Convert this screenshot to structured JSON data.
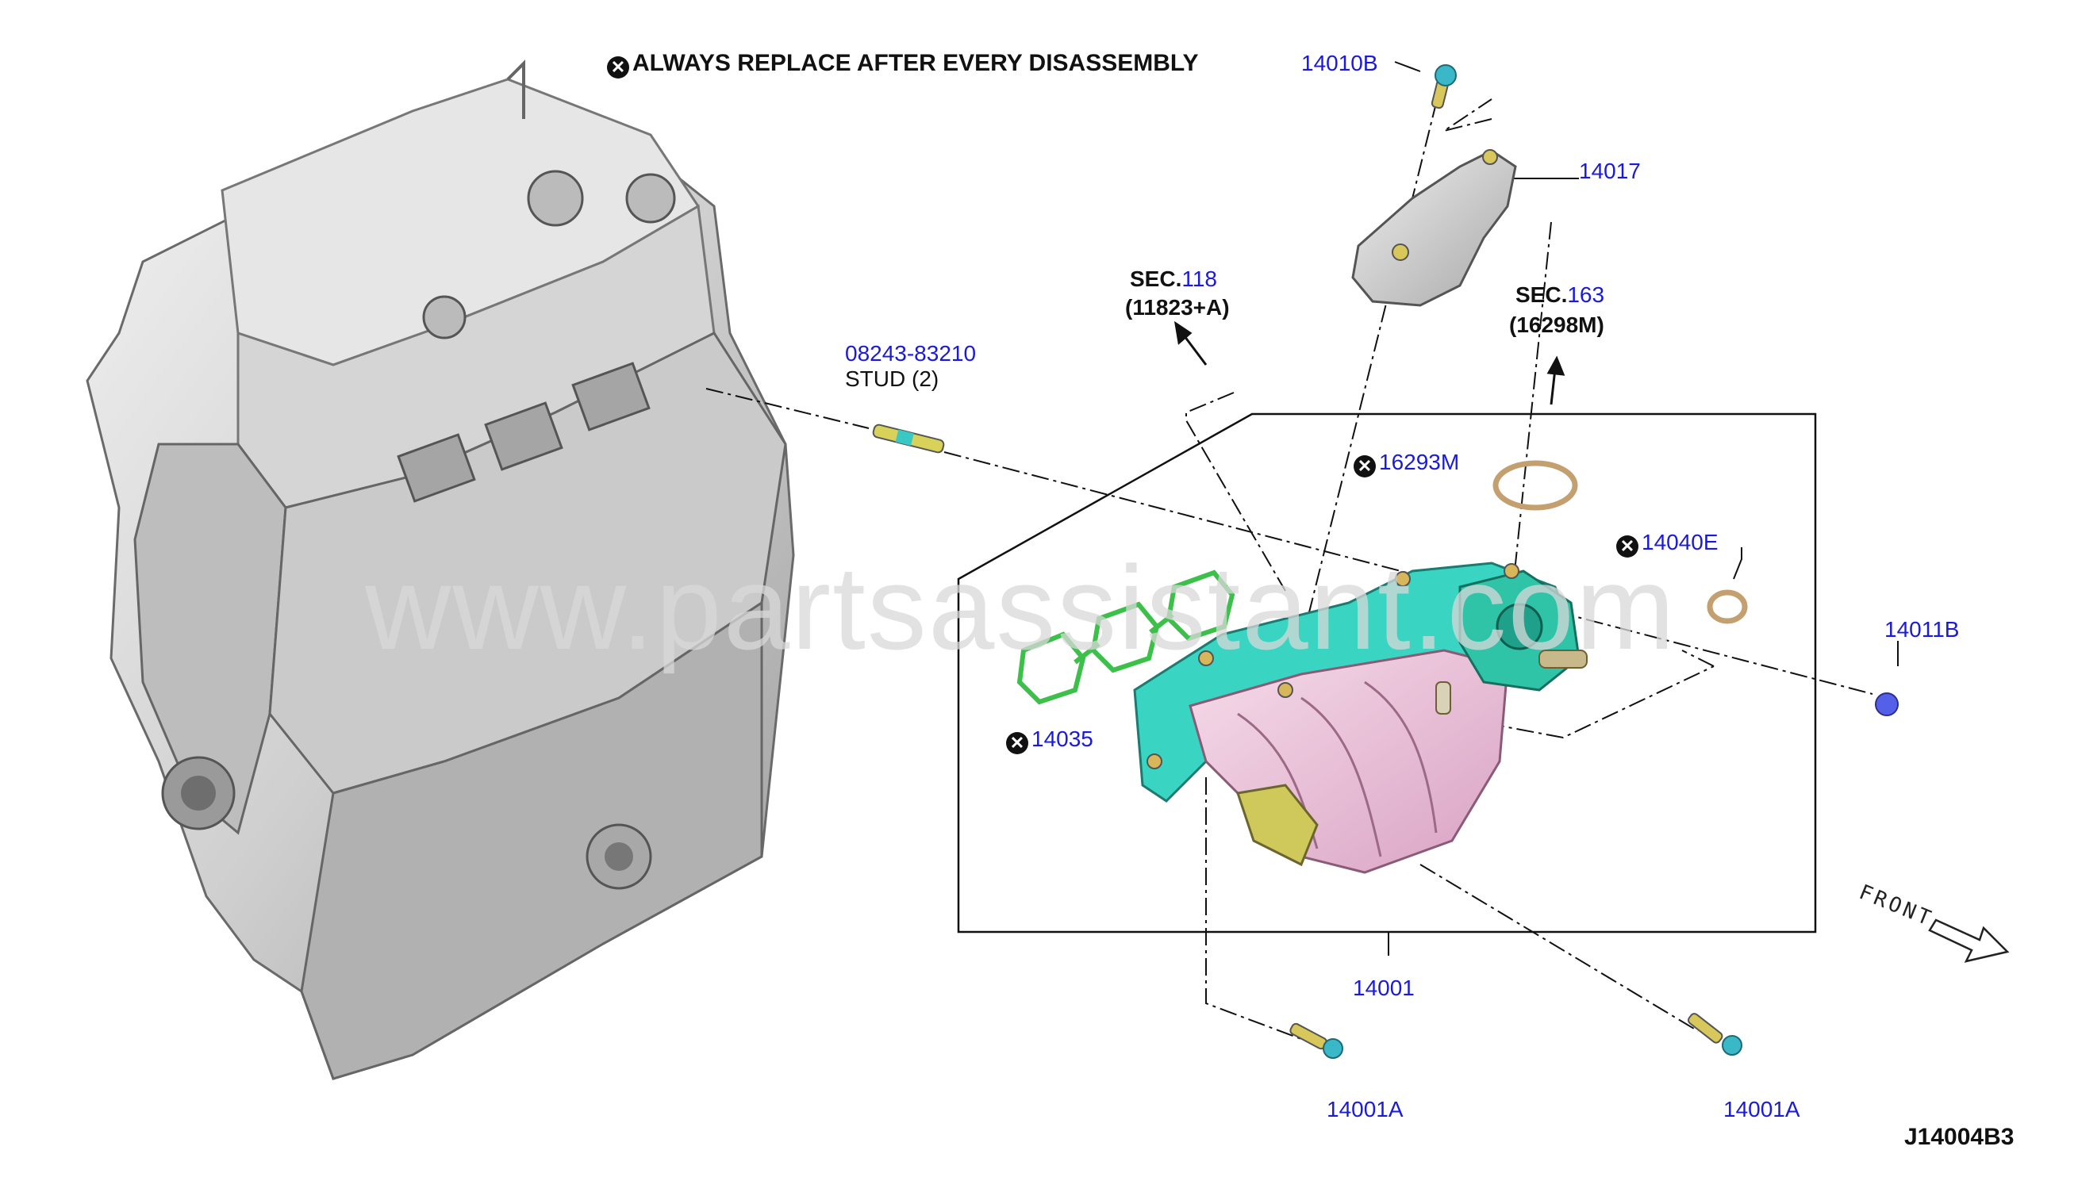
{
  "diagram": {
    "notice_text": "ALWAYS REPLACE AFTER EVERY DISASSEMBLY",
    "notice_icon": "x-circle-icon",
    "diagram_code": "J14004B3",
    "front_label": "FRONT",
    "watermark": "www.partsassistant.com",
    "parts": {
      "p14010b": "14010B",
      "p14017": "14017",
      "sec118_prefix": "SEC.",
      "sec118_num": "118",
      "sec118_sub": "(11823+A)",
      "sec163_prefix": "SEC.",
      "sec163_num": "163",
      "sec163_sub": "(16298M)",
      "stud_num": "08243-83210",
      "stud_name": "STUD (2)",
      "p16293m": "16293M",
      "p14040e": "14040E",
      "p14011b": "14011B",
      "p14035": "14035",
      "p14001": "14001",
      "p14001a_left": "14001A",
      "p14001a_right": "14001A"
    },
    "colors": {
      "manifold_body": "#e8bcd6",
      "flange": "#39d4c2",
      "gasket": "#3cc04a",
      "label_blue": "#1a1adc",
      "engine_gray": "#c8c8c8"
    }
  }
}
